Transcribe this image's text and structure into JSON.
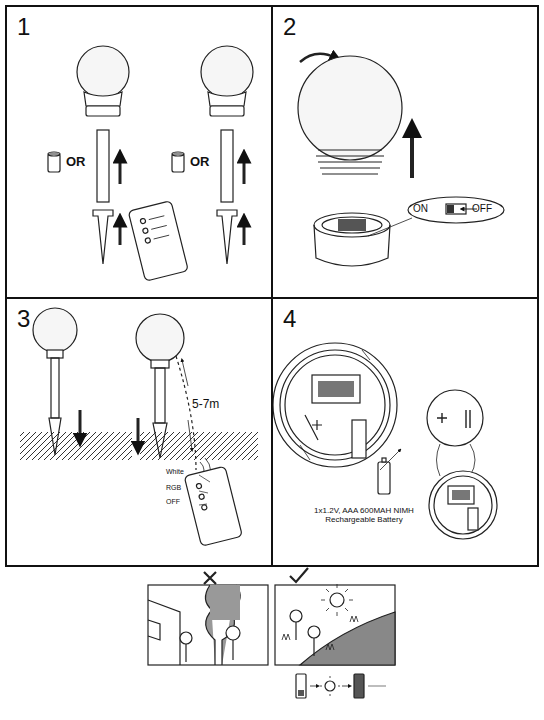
{
  "diagram": {
    "nodes": [
      {
        "text": [
          "1"
        ]
      },
      {
        "text": [
          "2"
        ]
      },
      {
        "text": [
          "3"
        ]
      },
      {
        "text": [
          "4"
        ]
      }
    ],
    "labels": [
      "OR",
      "OR",
      "ON",
      "OFF",
      "5-7m",
      "White",
      "RGB",
      "OFF",
      "1x1.2V, AAA 600MAH NIMH Rechargeable Battery"
    ]
  }
}
